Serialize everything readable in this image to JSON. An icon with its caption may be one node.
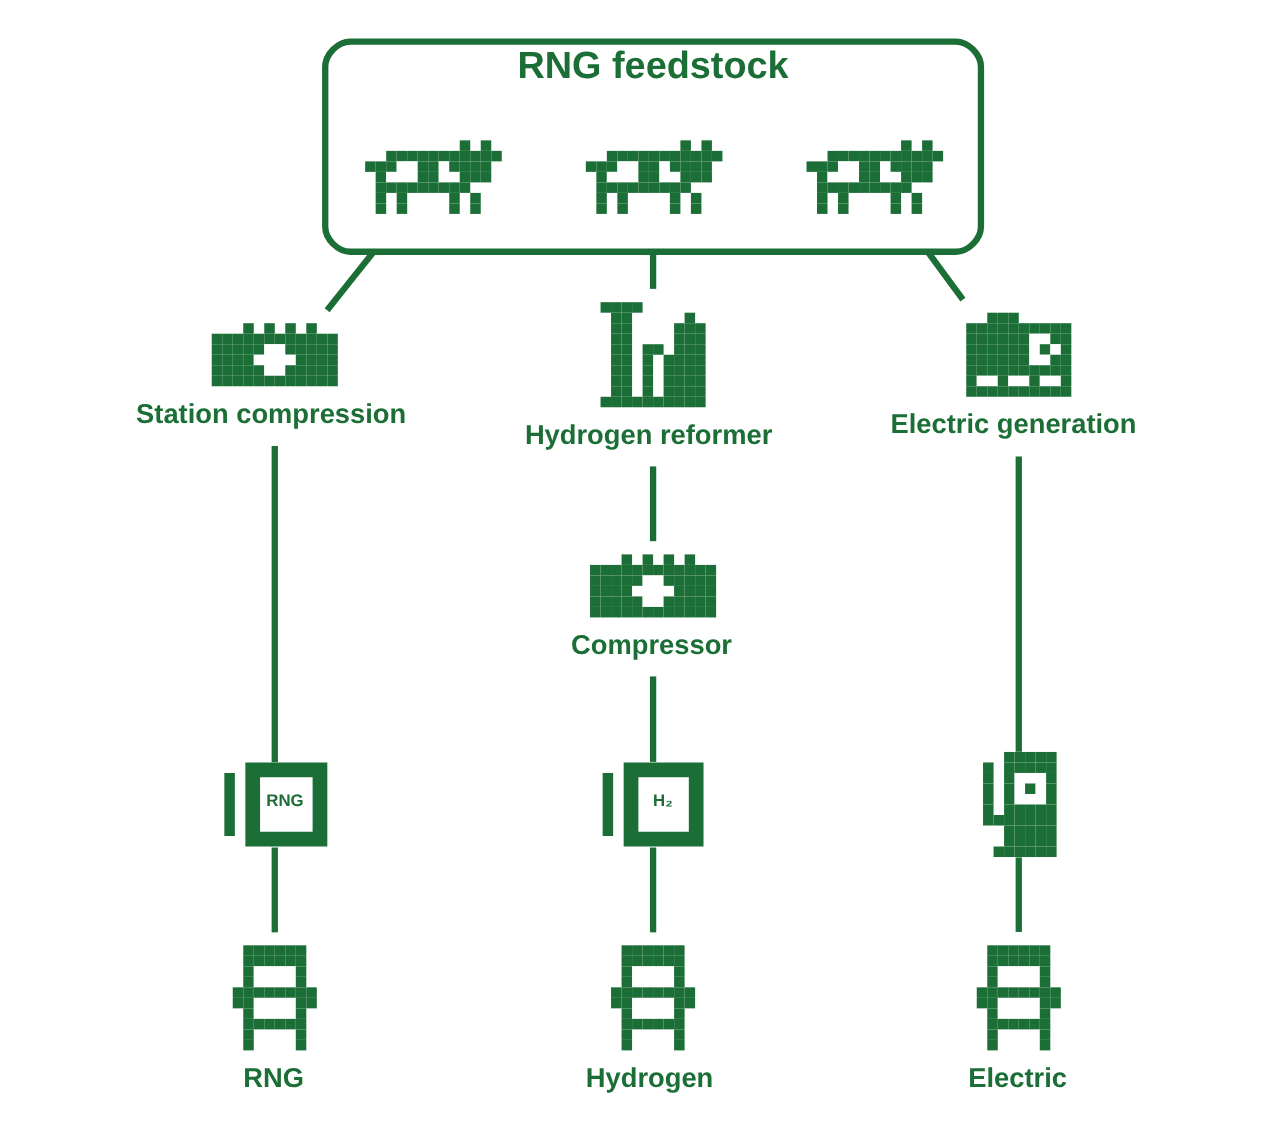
{
  "diagram": {
    "nodes": [
      {
        "text": [
          "RNG feedstock"
        ]
      },
      {
        "text": [],
        "shape": "picture",
        "in": 0
      },
      {
        "text": [],
        "shape": "picture",
        "in": 0
      },
      {
        "text": [],
        "shape": "picture",
        "in": 0
      },
      {
        "text": [
          "Station compression"
        ]
      },
      {
        "text": [
          "Hydrogen reformer"
        ]
      },
      {
        "text": [
          "Electric generation"
        ]
      },
      {
        "text": [
          "Compressor"
        ]
      },
      {
        "text": [
          "RNG"
        ]
      },
      {
        "text": [
          "H₂"
        ]
      },
      {
        "text": [],
        "shape": "picture"
      },
      {
        "text": [
          "RNG"
        ]
      },
      {
        "text": [
          "Hydrogen"
        ]
      },
      {
        "text": [
          "Electric"
        ]
      }
    ],
    "edges": [
      {
        "from": 0,
        "to": 4,
        "arrow": "none"
      },
      {
        "from": 0,
        "to": 5,
        "arrow": "none"
      },
      {
        "from": 0,
        "to": 6,
        "arrow": "none"
      },
      {
        "from": 4,
        "to": 8,
        "arrow": "none"
      },
      {
        "from": 5,
        "to": 7,
        "arrow": "none"
      },
      {
        "from": 7,
        "to": 9,
        "arrow": "none"
      },
      {
        "from": 6,
        "to": 10,
        "arrow": "none"
      },
      {
        "from": 8,
        "to": 11,
        "arrow": "none"
      },
      {
        "from": 9,
        "to": 12,
        "arrow": "none"
      },
      {
        "from": 10,
        "to": 13,
        "arrow": "none"
      }
    ]
  }
}
